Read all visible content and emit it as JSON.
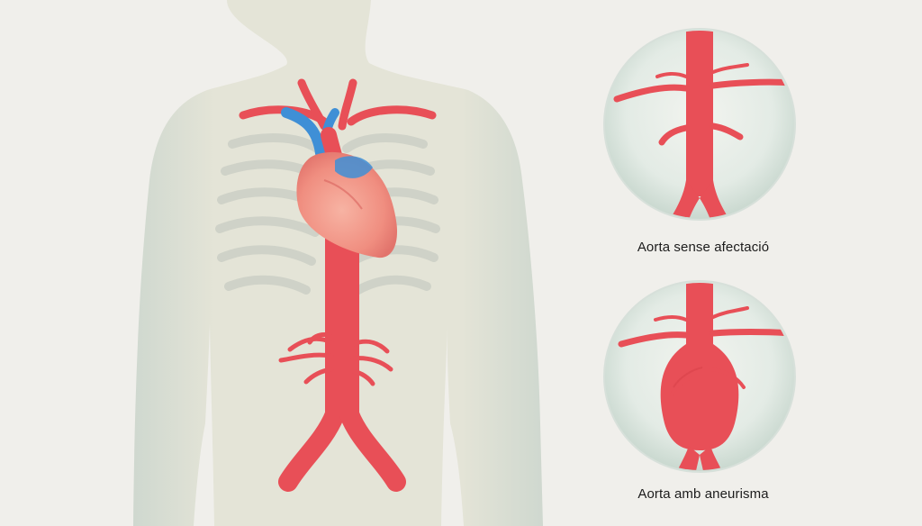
{
  "captions": {
    "healthy": "Aorta sense afectació",
    "aneurysm": "Aorta amb aneurisma"
  },
  "colors": {
    "background": "#f0efeb",
    "body_silhouette": "#e3e3d6",
    "artery_red": "#e84f57",
    "vein_blue": "#3f8fd6",
    "heart_pink": "#f39a8c",
    "circle_fill": "#e4ebe6"
  },
  "icons": [
    "human-torso-illustration",
    "heart-icon",
    "aorta-healthy-icon",
    "aorta-aneurysm-icon"
  ]
}
